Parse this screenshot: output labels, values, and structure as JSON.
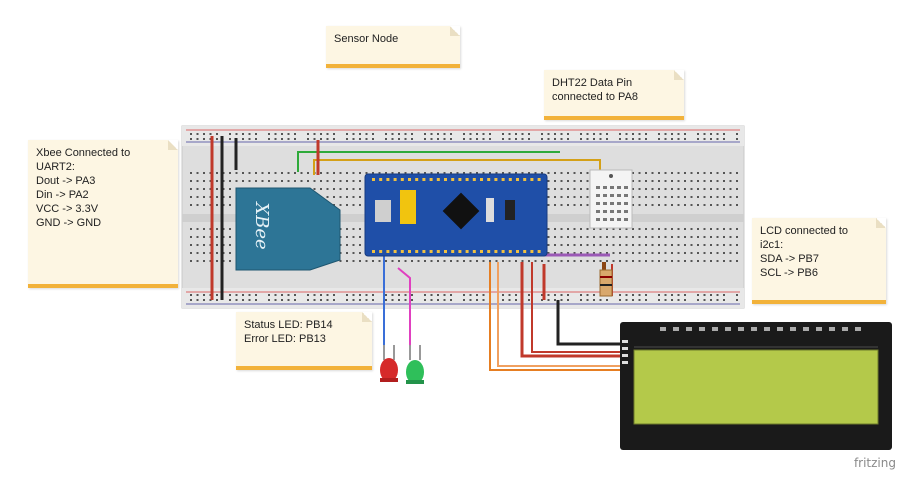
{
  "notes": {
    "title": "Sensor Node",
    "dht22": "DHT22 Data Pin\nconnected to PA8",
    "xbee": "Xbee Connected to\nUART2:\nDout -> PA3\nDin ->   PA2\nVCC -> 3.3V\nGND -> GND",
    "lcd": "LCD connected to\ni2c1:\nSDA -> PB7\nSCL -> PB6",
    "leds": "Status LED: PB14\nError LED: PB13"
  },
  "xbee_label": "XBee",
  "watermark": "fritzing",
  "colors": {
    "breadboard": "#dcdcdc",
    "mcu_board": "#1f4fa8",
    "xbee_module": "#2d7596",
    "lcd_screen": "#b4c94a",
    "lcd_frame": "#1a1a1a",
    "note_accent": "#f2b23a"
  }
}
